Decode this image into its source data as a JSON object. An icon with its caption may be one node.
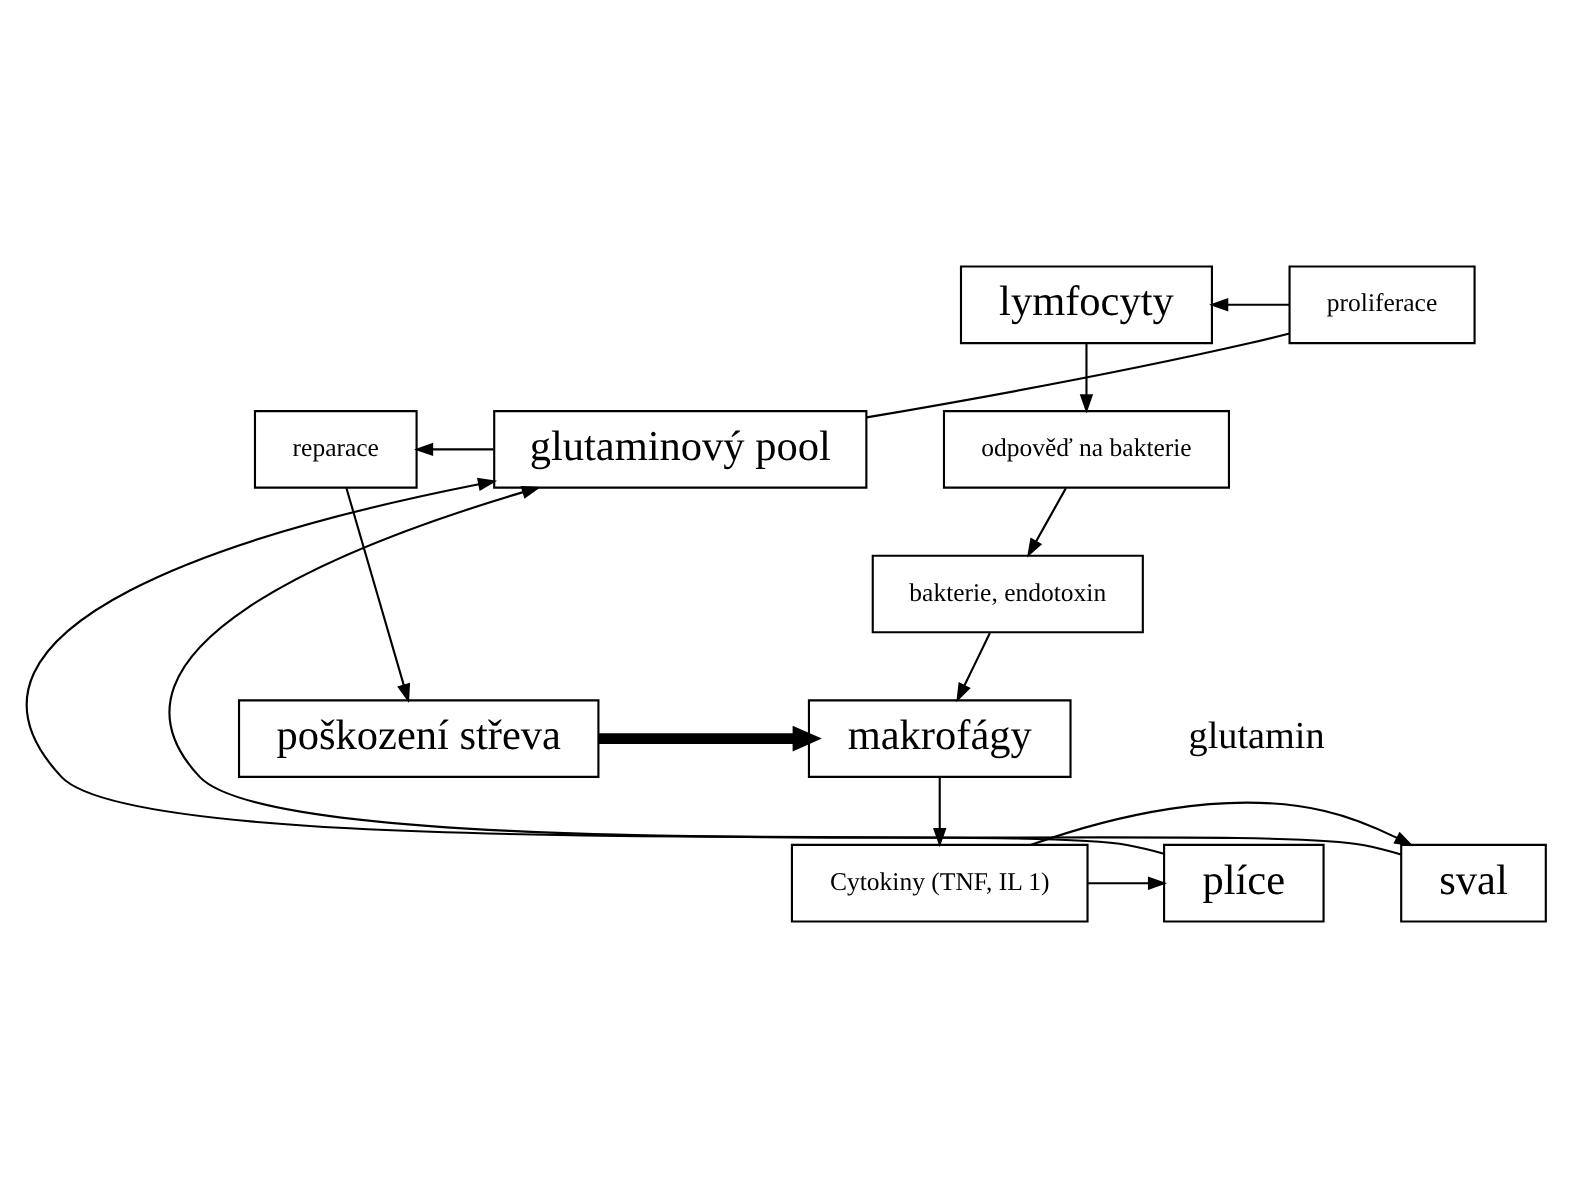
{
  "diagram": {
    "nodes": [
      {
        "text": [
          "lymfocyty"
        ]
      },
      {
        "text": [
          "proliferace"
        ]
      },
      {
        "text": [
          "glutaminový pool"
        ]
      },
      {
        "text": [
          "reparace"
        ]
      },
      {
        "text": [
          "odpověď na bakterie"
        ]
      },
      {
        "text": [
          "bakterie, endotoxin"
        ]
      },
      {
        "text": [
          "poškození střeva"
        ]
      },
      {
        "text": [
          "makrofágy"
        ]
      },
      {
        "text": [
          "plíce"
        ]
      },
      {
        "text": [
          "sval"
        ]
      },
      {
        "text": [
          "Cytokiny (TNF, IL 1)"
        ]
      }
    ],
    "edges": [
      {
        "from": 2,
        "to": 1,
        "arrow": "none"
      },
      {
        "from": 1,
        "to": 0,
        "arrow": "to"
      },
      {
        "from": 0,
        "to": 4,
        "arrow": "to"
      },
      {
        "from": 2,
        "to": 3,
        "arrow": "to"
      },
      {
        "from": 3,
        "to": 6,
        "arrow": "to"
      },
      {
        "from": 4,
        "to": 5,
        "arrow": "to"
      },
      {
        "from": 5,
        "to": 7,
        "arrow": "to"
      },
      {
        "from": 6,
        "to": 7,
        "arrow": "to",
        "style": "thick"
      },
      {
        "from": 7,
        "to": 10,
        "arrow": "to"
      },
      {
        "from": 10,
        "to": 8,
        "arrow": "to"
      },
      {
        "from": 10,
        "to": 9,
        "arrow": "to"
      },
      {
        "from": 8,
        "to": 2,
        "arrow": "to"
      },
      {
        "from": 9,
        "to": 2,
        "arrow": "to"
      }
    ],
    "labels": [
      "glutamin"
    ]
  }
}
